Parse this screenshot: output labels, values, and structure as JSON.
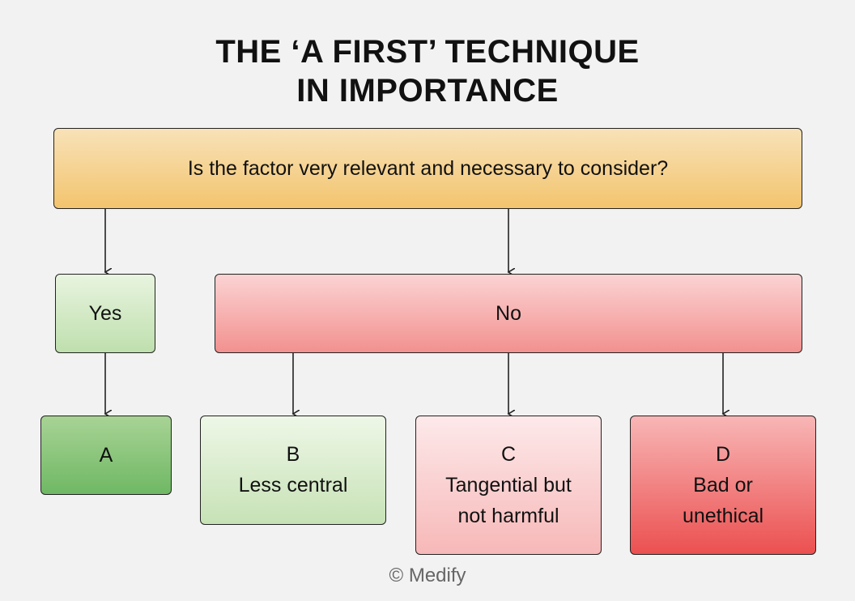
{
  "title": {
    "line1": "THE ‘A FIRST’ TECHNIQUE",
    "line2": "IN IMPORTANCE"
  },
  "nodes": {
    "question": "Is the factor very relevant and necessary to consider?",
    "yes": "Yes",
    "no": "No",
    "a": {
      "letter": "A"
    },
    "b": {
      "letter": "B",
      "lines": [
        "Less central"
      ]
    },
    "c": {
      "letter": "C",
      "lines": [
        "Tangential but",
        "not harmful"
      ]
    },
    "d": {
      "letter": "D",
      "lines": [
        "Bad or",
        "unethical"
      ]
    }
  },
  "edges": [
    [
      "question",
      "yes"
    ],
    [
      "question",
      "no"
    ],
    [
      "yes",
      "a"
    ],
    [
      "no",
      "b"
    ],
    [
      "no",
      "c"
    ],
    [
      "no",
      "d"
    ]
  ],
  "credit": "© Medify",
  "colors": {
    "background": "#f2f2f2",
    "question": "#f3c46e",
    "yes": "#bfdfae",
    "no": "#f2918f",
    "a": "#6fb864",
    "b": "#c7e2b6",
    "c": "#f7b8b8",
    "d": "#ec5050"
  }
}
